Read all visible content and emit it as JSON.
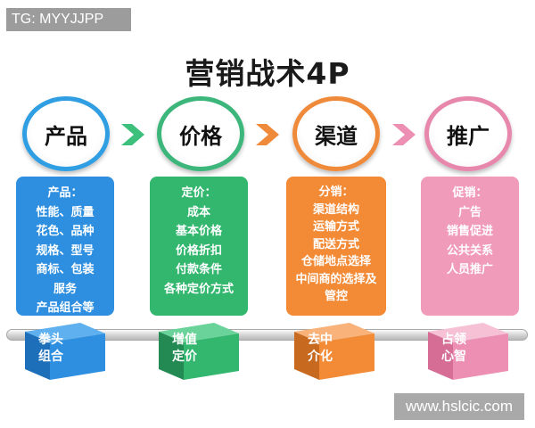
{
  "tag": "TG: MYYJJPP",
  "title": "营销战术4P",
  "watermark": "www.hslcic.com",
  "pillars": [
    {
      "name": "产品",
      "color": "#2e8fe0",
      "items": [
        "产品：",
        "性能、质量",
        "花色、品种",
        "规格、型号",
        "商标、包装",
        "服务",
        "产品组合等"
      ],
      "cube": [
        "拳头",
        "组合"
      ]
    },
    {
      "name": "价格",
      "color": "#33b76f",
      "items": [
        "定价：",
        "成本",
        "基本价格",
        "价格折扣",
        "付款条件",
        "各种定价方式"
      ],
      "cube": [
        "增值",
        "定价"
      ]
    },
    {
      "name": "渠道",
      "color": "#f28a36",
      "items": [
        "分销：",
        "渠道结构",
        "运输方式",
        "配送方式",
        "仓储地点选择",
        "中间商的选择及",
        "管控"
      ],
      "cube": [
        "去中",
        "介化"
      ]
    },
    {
      "name": "推广",
      "color": "#f19bbb",
      "items": [
        "促销：",
        "广告",
        "销售促进",
        "公共关系",
        "人员推广"
      ],
      "cube": [
        "占领",
        "心智"
      ]
    }
  ],
  "chevron_colors": [
    "#3cc07c",
    "#f08a3b",
    "#ec8fb3"
  ]
}
